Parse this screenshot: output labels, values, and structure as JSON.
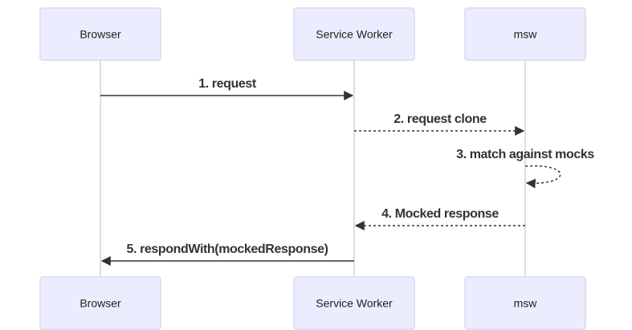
{
  "diagram": {
    "type": "sequence",
    "participants": [
      {
        "id": "browser",
        "label": "Browser"
      },
      {
        "id": "sw",
        "label": "Service Worker"
      },
      {
        "id": "msw",
        "label": "msw"
      }
    ],
    "messages": [
      {
        "from": "browser",
        "to": "sw",
        "label": "1. request",
        "line": "solid"
      },
      {
        "from": "sw",
        "to": "msw",
        "label": "2. request clone",
        "line": "dashed"
      },
      {
        "from": "msw",
        "to": "msw",
        "label": "3. match against mocks",
        "line": "dashed"
      },
      {
        "from": "msw",
        "to": "sw",
        "label": "4. Mocked response",
        "line": "dashed"
      },
      {
        "from": "sw",
        "to": "browser",
        "label": "5. respondWith(mockedResponse)",
        "line": "solid"
      }
    ]
  },
  "colors": {
    "actor_fill": "#ececff",
    "actor_border": "#d9d9f0",
    "lifeline": "#d4d4d4",
    "message": "#333333"
  }
}
